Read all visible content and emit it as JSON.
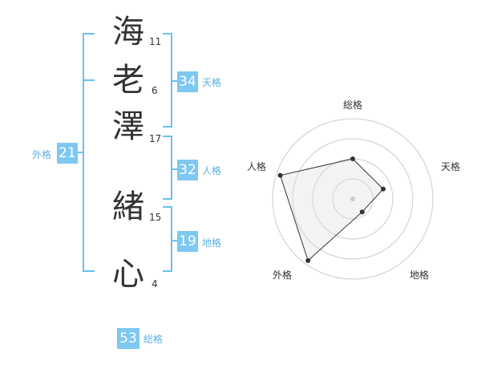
{
  "name": {
    "chars": [
      {
        "char": "海",
        "strokes": "11"
      },
      {
        "char": "老",
        "strokes": "6"
      },
      {
        "char": "澤",
        "strokes": "17"
      },
      {
        "char": "緒",
        "strokes": "15"
      },
      {
        "char": "心",
        "strokes": "4"
      }
    ]
  },
  "kakusu": {
    "tenkaku": {
      "value": "34",
      "label": "天格"
    },
    "jinkaku": {
      "value": "32",
      "label": "人格"
    },
    "chikaku": {
      "value": "19",
      "label": "地格"
    },
    "gaikaku": {
      "value": "21",
      "label": "外格"
    },
    "soukaku": {
      "value": "53",
      "label": "総格"
    }
  },
  "colors": {
    "accent": "#7ec8f2",
    "bracket": "#6cc0ee",
    "label": "#5ab0e0",
    "text": "#333333"
  },
  "chart_data": {
    "type": "radar",
    "axes": [
      "総格",
      "天格",
      "地格",
      "外格",
      "人格"
    ],
    "values": [
      0.5,
      0.4,
      0.2,
      0.95,
      0.95
    ],
    "range": [
      0,
      1
    ],
    "rings": 4
  }
}
